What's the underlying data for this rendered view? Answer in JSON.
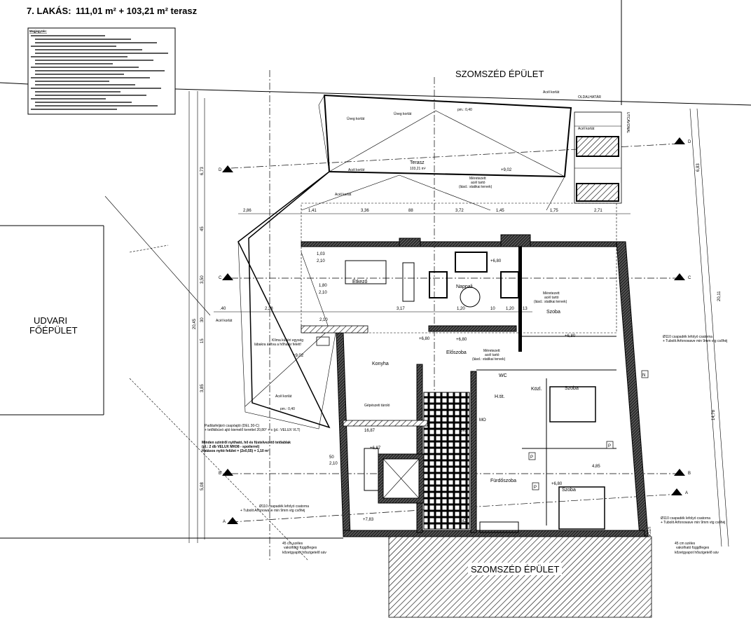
{
  "header": {
    "title": "7. LAKÁS:",
    "area": "111,01 m² + 103,21 m² terasz"
  },
  "notes": {
    "heading": "Megjegyzés:"
  },
  "buildings": {
    "neighbor_top": "SZOMSZÉD ÉPÜLET",
    "neighbor_bottom": "SZOMSZÉD ÉPÜLET",
    "courtyard": [
      "UDVARI",
      "FŐÉPÜLET"
    ],
    "side_boundary": "OLDALHATÁR",
    "street_line": "UTCAVONAL"
  },
  "section_markers": [
    "A",
    "B",
    "C",
    "D"
  ],
  "rooms": {
    "terrace": "Terasz",
    "terrace_area": "103,21 m²",
    "dining": "Étkező",
    "living": "Nappali",
    "room1": "Szoba",
    "room2": "Szoba",
    "room3": "Szoba",
    "hall": "Előszoba",
    "kitchen": "Konyha",
    "wc": "WC",
    "wc_short": "H.tit.",
    "corridor": "Közl.",
    "bathroom": "Fürdőszoba"
  },
  "labels": {
    "steel_railing": "Acél korlát",
    "glass_railing": "Üveg korlát",
    "steel_beam": [
      "Méretezett",
      "acél tartó",
      "(lásd.: statikai tervek)"
    ],
    "ac_unit": [
      "Klíma kültéri egység",
      "lábakra állítva a hőhatár felett!"
    ],
    "roof_window": [
      "Padlásfeljáró csapóajtó (DEL 30-C)",
      "+ tetőkibúvó ajtó kiemelő kerettel 20,80° + s (pl.: VELUX VLT)"
    ],
    "smoke_vent": [
      "Minden szintről nyitható, hő és füstelvezető tetőablak",
      "(pl.: 2 db VELUX MK08 - spoilerrel)",
      "Hatásos nyitó felület = (2x0,55) = 1,10 m²"
    ],
    "gutter": [
      "Ø110 csapadék lefolyó csatorna",
      "+ Tubolit Arfonowave min 9mm vtg csőhéj"
    ],
    "insulation": [
      "45 cm széles",
      "vakolható függőleges",
      "kőzetgyapot hőszigetelő sáv"
    ],
    "appliances": "Gépészeti tároló",
    "levels": [
      "+9,02",
      "+9,02",
      "+9,02",
      "+6,80",
      "+6,80",
      "+6,80",
      "+6,80",
      "+6,87",
      "+7,83",
      "+6,80"
    ],
    "pm": [
      "pm.: 0,40",
      "pm.: 0,40",
      "pm.: 0,40",
      "pm.: 0,40"
    ],
    "marks": [
      "P",
      "P",
      "P",
      "N",
      "GK",
      "GÓ",
      "MO"
    ]
  },
  "dimensions": {
    "top_row": [
      "2,86",
      "1,41",
      "3,36",
      "88",
      "3,72",
      "1,45",
      "1,75",
      "2,71"
    ],
    "mid_row": [
      ".40",
      "2,28",
      "3,17",
      "1,20",
      "10",
      "1,20",
      "13"
    ],
    "left_col": [
      "20,45",
      "6,73",
      "45",
      "3,50",
      "30",
      "15",
      "3,85",
      "5,08"
    ],
    "right_col": [
      "6,83",
      "20,11",
      "14,78"
    ],
    "openings": [
      "1,03",
      "2,10",
      "1,80",
      "2,10",
      "2,10",
      "4,85",
      "16,87",
      "2,10",
      "50"
    ]
  }
}
